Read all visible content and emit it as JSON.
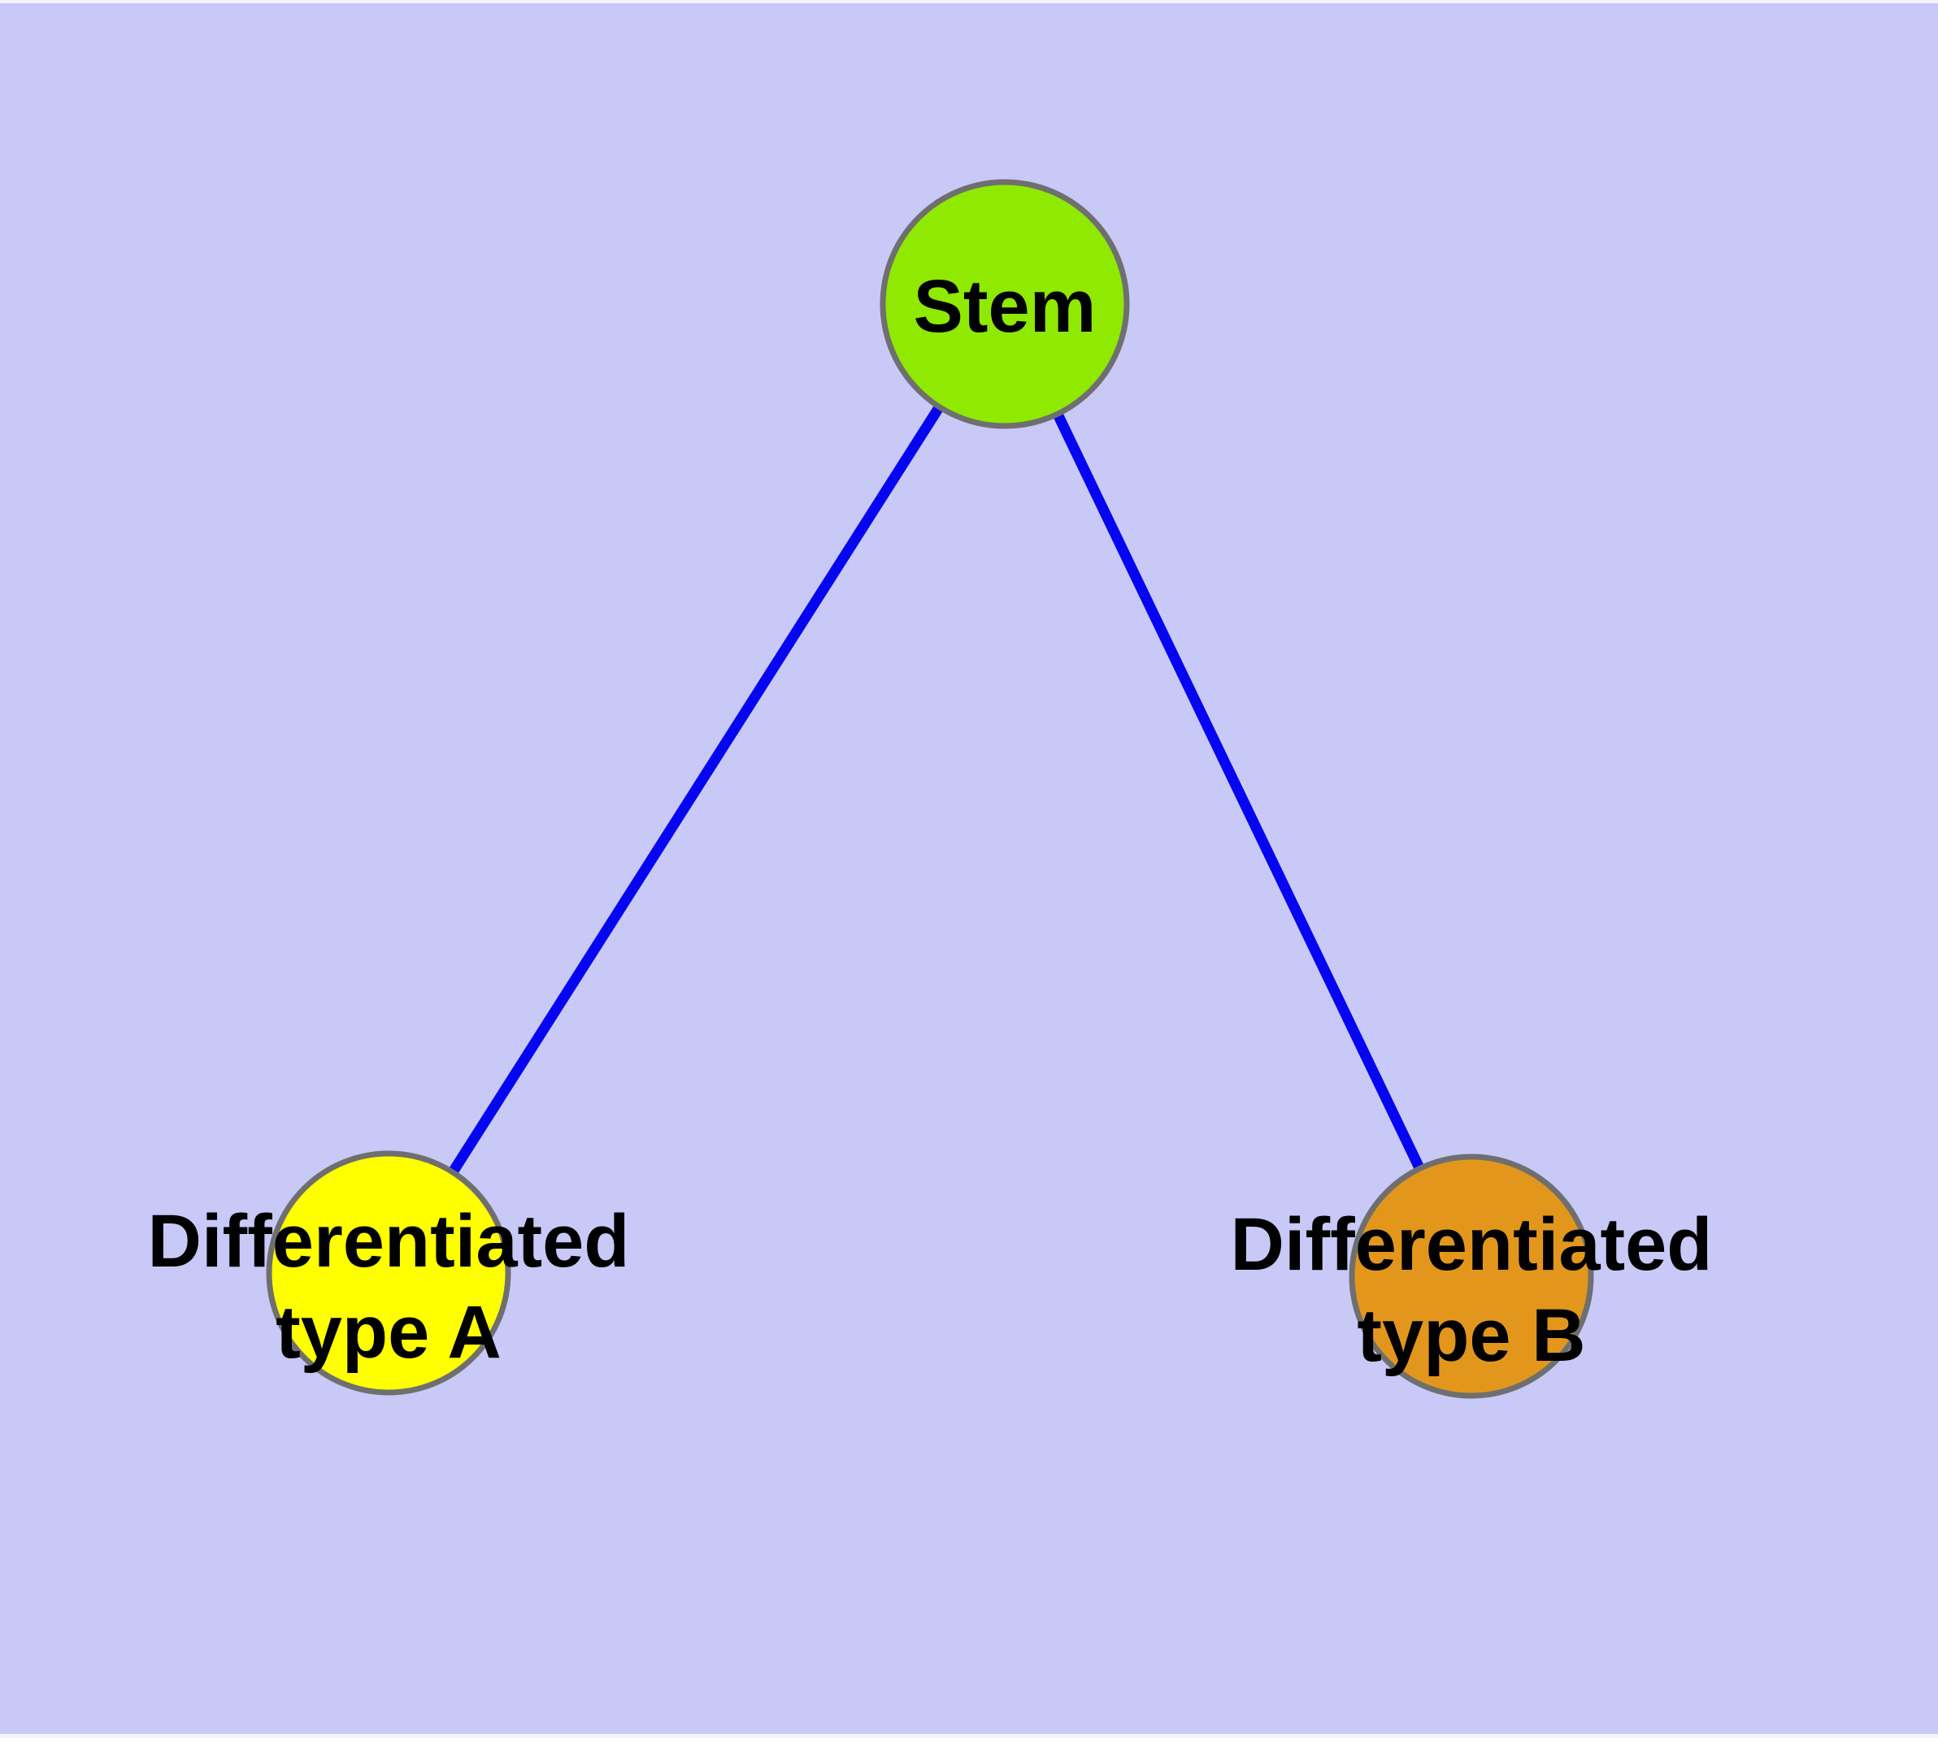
{
  "diagram": {
    "description": "Cell differentiation graph: stem node with two differentiated daughter types",
    "colors": {
      "canvas_background": "#c9c9f8",
      "page_frame": "#f4f4f9",
      "edge": "#0505f2",
      "node_border": "#6f6f6f",
      "label_text": "#000000"
    },
    "nodes": [
      {
        "id": "stem",
        "label": "Stem",
        "fill_color": "#8fe900"
      },
      {
        "id": "differentiated-type-a",
        "label_line1": "Differentiated",
        "label_line2": "type A",
        "fill_color": "#ffff00"
      },
      {
        "id": "differentiated-type-b",
        "label_line1": "Differentiated",
        "label_line2": "type B",
        "fill_color": "#e2971c"
      }
    ],
    "edges": [
      {
        "from": "Stem",
        "to": "Differentiated type A"
      },
      {
        "from": "Stem",
        "to": "Differentiated type B"
      }
    ]
  }
}
